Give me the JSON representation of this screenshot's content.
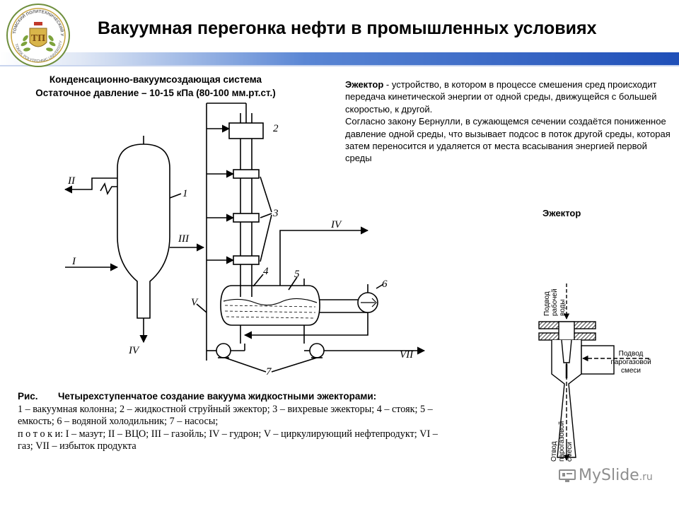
{
  "header": {
    "title": "Вакуумная перегонка нефти в промышленных условиях",
    "logo_icon": "university-seal-icon",
    "logo_text_top": "ТОМСКИЙ ПОЛИТЕХНИЧЕСКИЙ УНИВЕРСИТЕТ",
    "logo_text_bottom": "TOMSK POLYTECHNIC UNIVERSITY",
    "bar_colors": [
      "#5a86d4",
      "#1f4fb8"
    ]
  },
  "left_heading": {
    "line1": "Конденсационно-вакуумсоздающая система",
    "line2": "Остаточное давление – 10-15 кПа (80-100 мм.рт.ст.)"
  },
  "ejector_description": {
    "term": "Эжектор",
    "definition": " - устройство, в котором в процессе смешения сред происходит передача кинетической энергии от одной среды, движущейся с большей скоростью, к другой.",
    "bernoulli": "Согласно закону Бернулли, в сужающемся сечении создаётся пониженное давление одной среды, что вызывает подсос в поток другой среды, которая затем переносится и удаляется от места всасывания энергией первой среды"
  },
  "scheme": {
    "stream_labels": {
      "I": "I",
      "II": "II",
      "III": "III",
      "IV_top": "IV",
      "IV_bottom": "IV",
      "V": "V",
      "VII": "VII"
    },
    "numbers": {
      "n1": "1",
      "n2": "2",
      "n3": "3",
      "n4": "4",
      "n5": "5",
      "n6": "6",
      "n7": "7"
    }
  },
  "caption": {
    "head_ris": "Рис.",
    "head_text": "Четырехступенчатое создание вакуума жидкостными эжекторами:",
    "line1": "1 – вакуумная колонна; 2 – жидкостной струйный эжектор; 3 – вихревые эжекторы; 4 – стояк; 5 –",
    "line2": "емкость; 6 – водяной холодильник; 7 – насосы;",
    "line3": "п о т о к и: I – мазут; II – ВЦО; III – газойль; IV – гудрон; V – циркулирующий нефтепродукт; VI –",
    "line4": "газ; VII – избыток продукта"
  },
  "ejector_drawing": {
    "title": "Эжектор",
    "top_label": [
      "Подвод",
      "рабочей",
      "воды"
    ],
    "side_label": [
      "Подвод",
      "парогазовой",
      "смеси"
    ],
    "bottom_label": [
      "Отвод",
      "парогазовой",
      "смеси"
    ]
  },
  "watermark": {
    "text": "MySlide",
    "suffix": ".ru",
    "icon": "myslide-logo-icon",
    "color": "#8e8e8e"
  }
}
